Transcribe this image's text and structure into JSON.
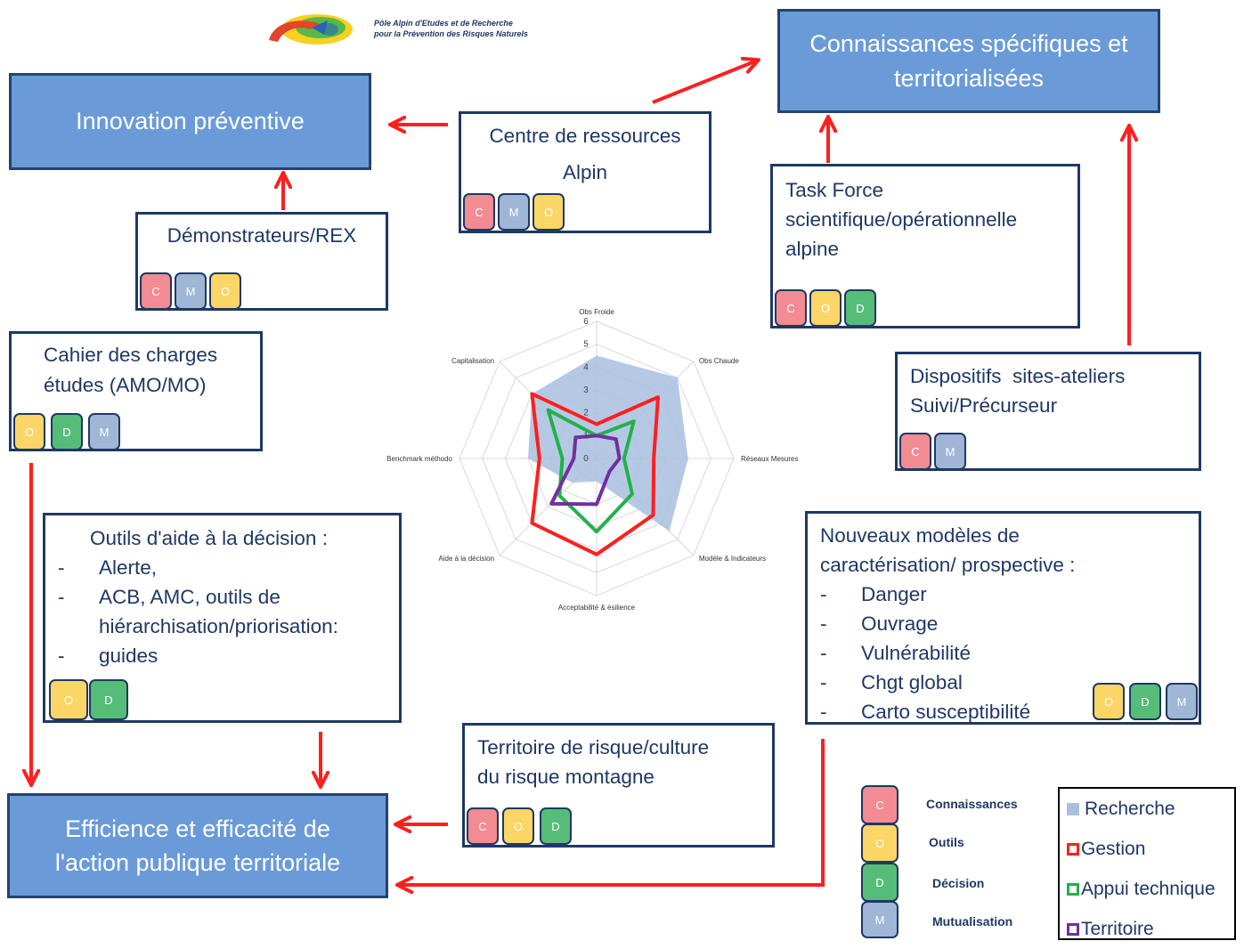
{
  "colors": {
    "arrow": "#ff1f1f",
    "blue_box": "#6a9bd8",
    "navy": "#1f3864",
    "C": "#f28b92",
    "M": "#9fb6d6",
    "O": "#fbd566",
    "D": "#56bd79"
  },
  "logo": {
    "line1": "Pôle Alpin d'Etudes et de Recherche",
    "line2": "pour la Prévention des Risques Naturels"
  },
  "innovation": {
    "title": "Innovation préventive"
  },
  "connaissances": {
    "line1": "Connaissances spécifiques et",
    "line2": "territorialisées"
  },
  "efficience": {
    "line1": "Efficience et efficacité de",
    "line2": "l'action publique territoriale"
  },
  "centre": {
    "line1": "Centre de ressources",
    "line2": "Alpin",
    "tags": [
      "C",
      "M",
      "O"
    ]
  },
  "demonstrateurs": {
    "title": "Démonstrateurs/REX",
    "tags": [
      "C",
      "M",
      "O"
    ]
  },
  "taskforce": {
    "line1": "Task Force",
    "line2": "scientifique/opérationnelle",
    "line3": "alpine",
    "tags": [
      "C",
      "O",
      "D"
    ]
  },
  "cahier": {
    "line1": "Cahier des charges",
    "line2": "études (AMO/MO)",
    "tags": [
      "O",
      "D",
      "M"
    ]
  },
  "dispositifs": {
    "line1": "Dispositifs  sites-ateliers",
    "line2": "Suivi/Précurseur",
    "tags": [
      "C",
      "M"
    ]
  },
  "outils": {
    "title": "Outils d'aide à la décision :",
    "items": [
      "Alerte,",
      "ACB, AMC, outils de hiérarchisation/priorisation:",
      "guides"
    ],
    "tags": [
      "O",
      "D"
    ]
  },
  "modeles": {
    "line1": "Nouveaux modèles de",
    "line2": "caractérisation/ prospective :",
    "items": [
      "Danger",
      "Ouvrage",
      "Vulnérabilité",
      "Chgt global",
      "Carto susceptibilité"
    ],
    "tags": [
      "O",
      "D",
      "M"
    ]
  },
  "territoire": {
    "line1": "Territoire de risque/culture",
    "line2": "du risque montagne",
    "tags": [
      "C",
      "O",
      "D"
    ]
  },
  "tag_legend": [
    {
      "letter": "C",
      "label": "Connaissances"
    },
    {
      "letter": "O",
      "label": "Outils"
    },
    {
      "letter": "D",
      "label": "Décision"
    },
    {
      "letter": "M",
      "label": "Mutualisation"
    }
  ],
  "series_legend": [
    {
      "label": "Recherche",
      "color": "#a9bfdf"
    },
    {
      "label": "Gestion",
      "color": "#ff1f1f"
    },
    {
      "label": "Appui technique",
      "color": "#22b14c"
    },
    {
      "label": "Territoire",
      "color": "#7030a0"
    }
  ],
  "chart_data": {
    "type": "radar",
    "axes": [
      "Obs Froide",
      "Obs Chaude",
      "Réseaux Mesures",
      "Modèle & Indicateurs",
      "Acceptabilité & ésilience",
      "Aide à la décision",
      "Benchmark méthodo",
      "Capitalisation"
    ],
    "rlim": [
      0,
      6
    ],
    "ticks": [
      "0",
      "1",
      "2",
      "3",
      "4",
      "5",
      "6"
    ],
    "grid": true,
    "series": [
      {
        "name": "Recherche",
        "type": "area",
        "color": "#a9bfdf",
        "values": [
          4.5,
          5.0,
          4.0,
          4.5,
          1.0,
          1.5,
          3.0,
          4.0
        ]
      },
      {
        "name": "Gestion",
        "type": "line",
        "color": "#ff1f1f",
        "values": [
          1.5,
          3.8,
          2.5,
          3.5,
          4.2,
          4.0,
          2.5,
          4.0
        ]
      },
      {
        "name": "Appui technique",
        "type": "line",
        "color": "#22b14c",
        "values": [
          1.0,
          2.3,
          1.2,
          2.2,
          3.2,
          2.3,
          1.5,
          3.0
        ]
      },
      {
        "name": "Territoire",
        "type": "line",
        "color": "#7030a0",
        "values": [
          1.0,
          1.2,
          1.0,
          0.8,
          2.0,
          2.8,
          1.0,
          1.3
        ]
      }
    ]
  }
}
